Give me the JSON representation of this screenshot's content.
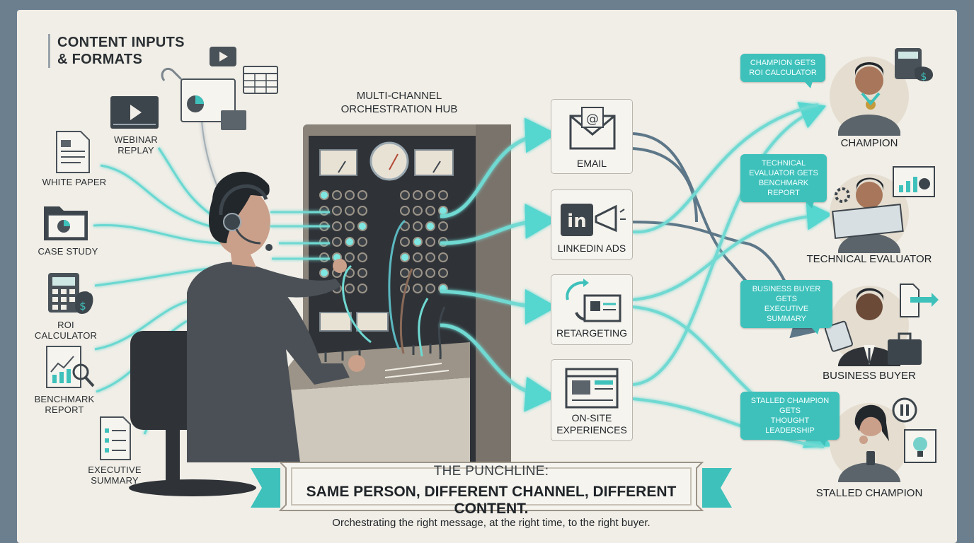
{
  "inputs": {
    "title_line1": "CONTENT INPUTS",
    "title_line2": "& FORMATS",
    "items": [
      {
        "label": "WEBINAR\nREPLAY",
        "icon": "video-icon"
      },
      {
        "label": "WHITE PAPER",
        "icon": "document-icon"
      },
      {
        "label": "CASE STUDY",
        "icon": "folder-chart-icon"
      },
      {
        "label": "ROI CALCULATOR",
        "icon": "calculator-icon"
      },
      {
        "label": "BENCHMARK\nREPORT",
        "icon": "benchmark-report-icon"
      },
      {
        "label": "EXECUTIVE\nSUMMARY",
        "icon": "checklist-document-icon"
      }
    ]
  },
  "hub": {
    "title_line1": "MULTI-CHANNEL",
    "title_line2": "ORCHESTRATION HUB"
  },
  "channels": [
    {
      "label": "EMAIL",
      "icon": "email-icon"
    },
    {
      "label": "LINKEDIN ADS",
      "icon": "linkedin-megaphone-icon"
    },
    {
      "label": "RETARGETING",
      "icon": "retargeting-icon"
    },
    {
      "label": "ON-SITE\nEXPERIENCES",
      "icon": "webpage-icon"
    }
  ],
  "personas": [
    {
      "name": "CHAMPION",
      "bubble": "CHAMPION GETS\nROI CALCULATOR"
    },
    {
      "name": "TECHNICAL EVALUATOR",
      "bubble": "TECHNICAL\nEVALUATOR GETS\nBENCHMARK REPORT"
    },
    {
      "name": "BUSINESS BUYER",
      "bubble": "BUSINESS BUYER GETS\nEXECUTIVE SUMMARY"
    },
    {
      "name": "STALLED CHAMPION",
      "bubble": "STALLED CHAMPION GETS\nTHOUGHT LEADERSHIP"
    }
  ],
  "punchline": {
    "heading": "THE PUNCHLINE:",
    "main": "SAME PERSON, DIFFERENT CHANNEL, DIFFERENT CONTENT.",
    "sub": "Orchestrating the right message, at the right time, to the right buyer."
  },
  "colors": {
    "accent_teal": "#3fc1bb",
    "cable_glow": "#7fe7e1",
    "panel_dark": "#2f3338",
    "background": "#f1eee7",
    "frame": "#6b7f8f"
  }
}
